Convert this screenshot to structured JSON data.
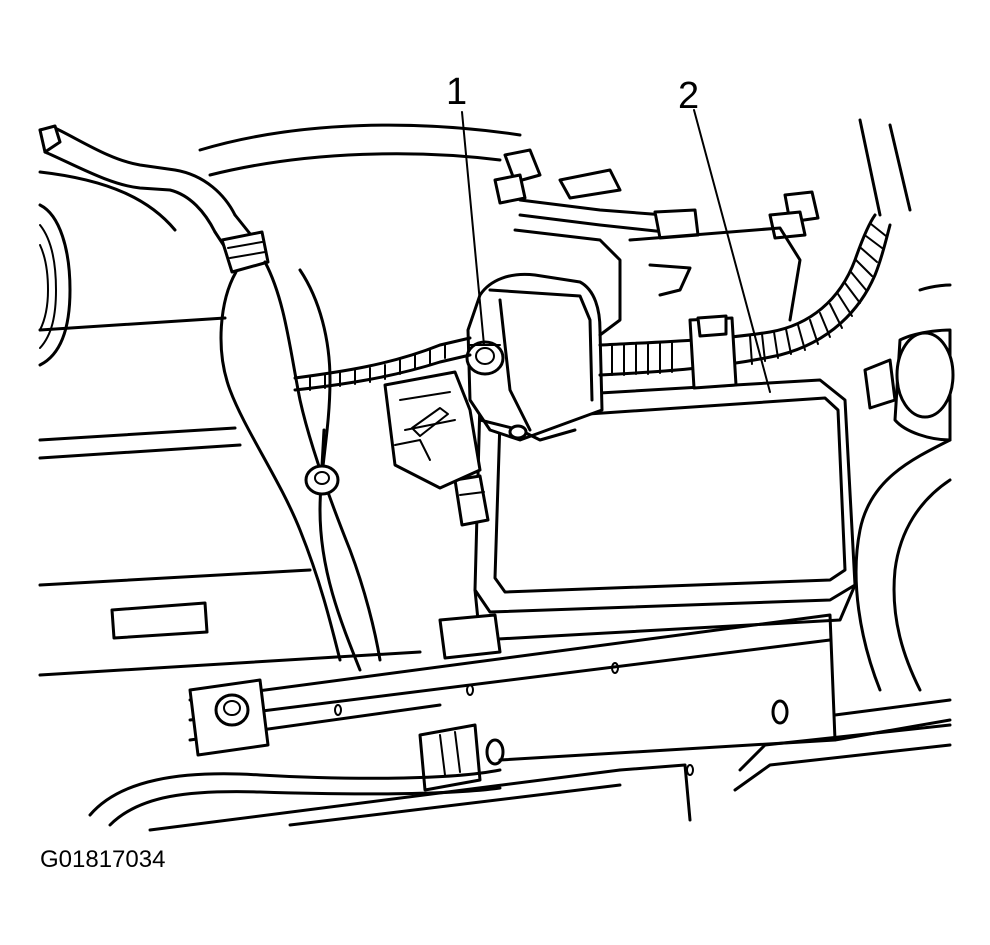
{
  "figure_id": "G01817034",
  "callouts": [
    {
      "label": "1"
    },
    {
      "label": "2"
    }
  ],
  "colors": {
    "line": "#000000",
    "background": "#ffffff"
  }
}
